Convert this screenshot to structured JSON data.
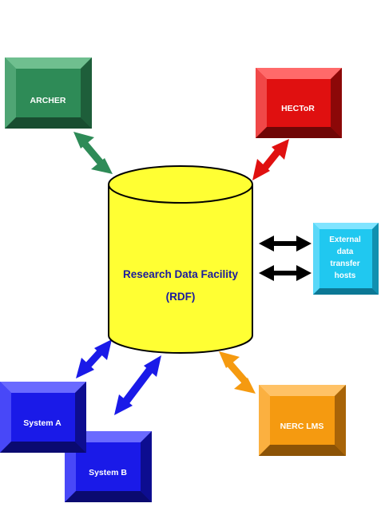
{
  "rdf": {
    "title": "Research Data Facility",
    "abbrev": "(RDF)"
  },
  "nodes": {
    "archer": {
      "label": "ARCHER",
      "color": "#2e8b57"
    },
    "hector": {
      "label": "HECToR",
      "color": "#e01010"
    },
    "external": {
      "lines": [
        "External",
        "data",
        "transfer",
        "hosts"
      ],
      "color": "#20c8f0"
    },
    "nerc": {
      "label": "NERC LMS",
      "color": "#f59a10"
    },
    "system_a": {
      "label": "System A",
      "color": "#1a1ae8"
    },
    "system_b": {
      "label": "System B",
      "color": "#1a1ae8"
    }
  },
  "colors": {
    "cylinder_fill": "#ffff33",
    "rdf_text": "#1a1a9e",
    "arrow_archer": "#2e8b57",
    "arrow_hector": "#e01010",
    "arrow_external": "#000000",
    "arrow_nerc": "#f59a10",
    "arrow_systems": "#1a1ae8"
  }
}
